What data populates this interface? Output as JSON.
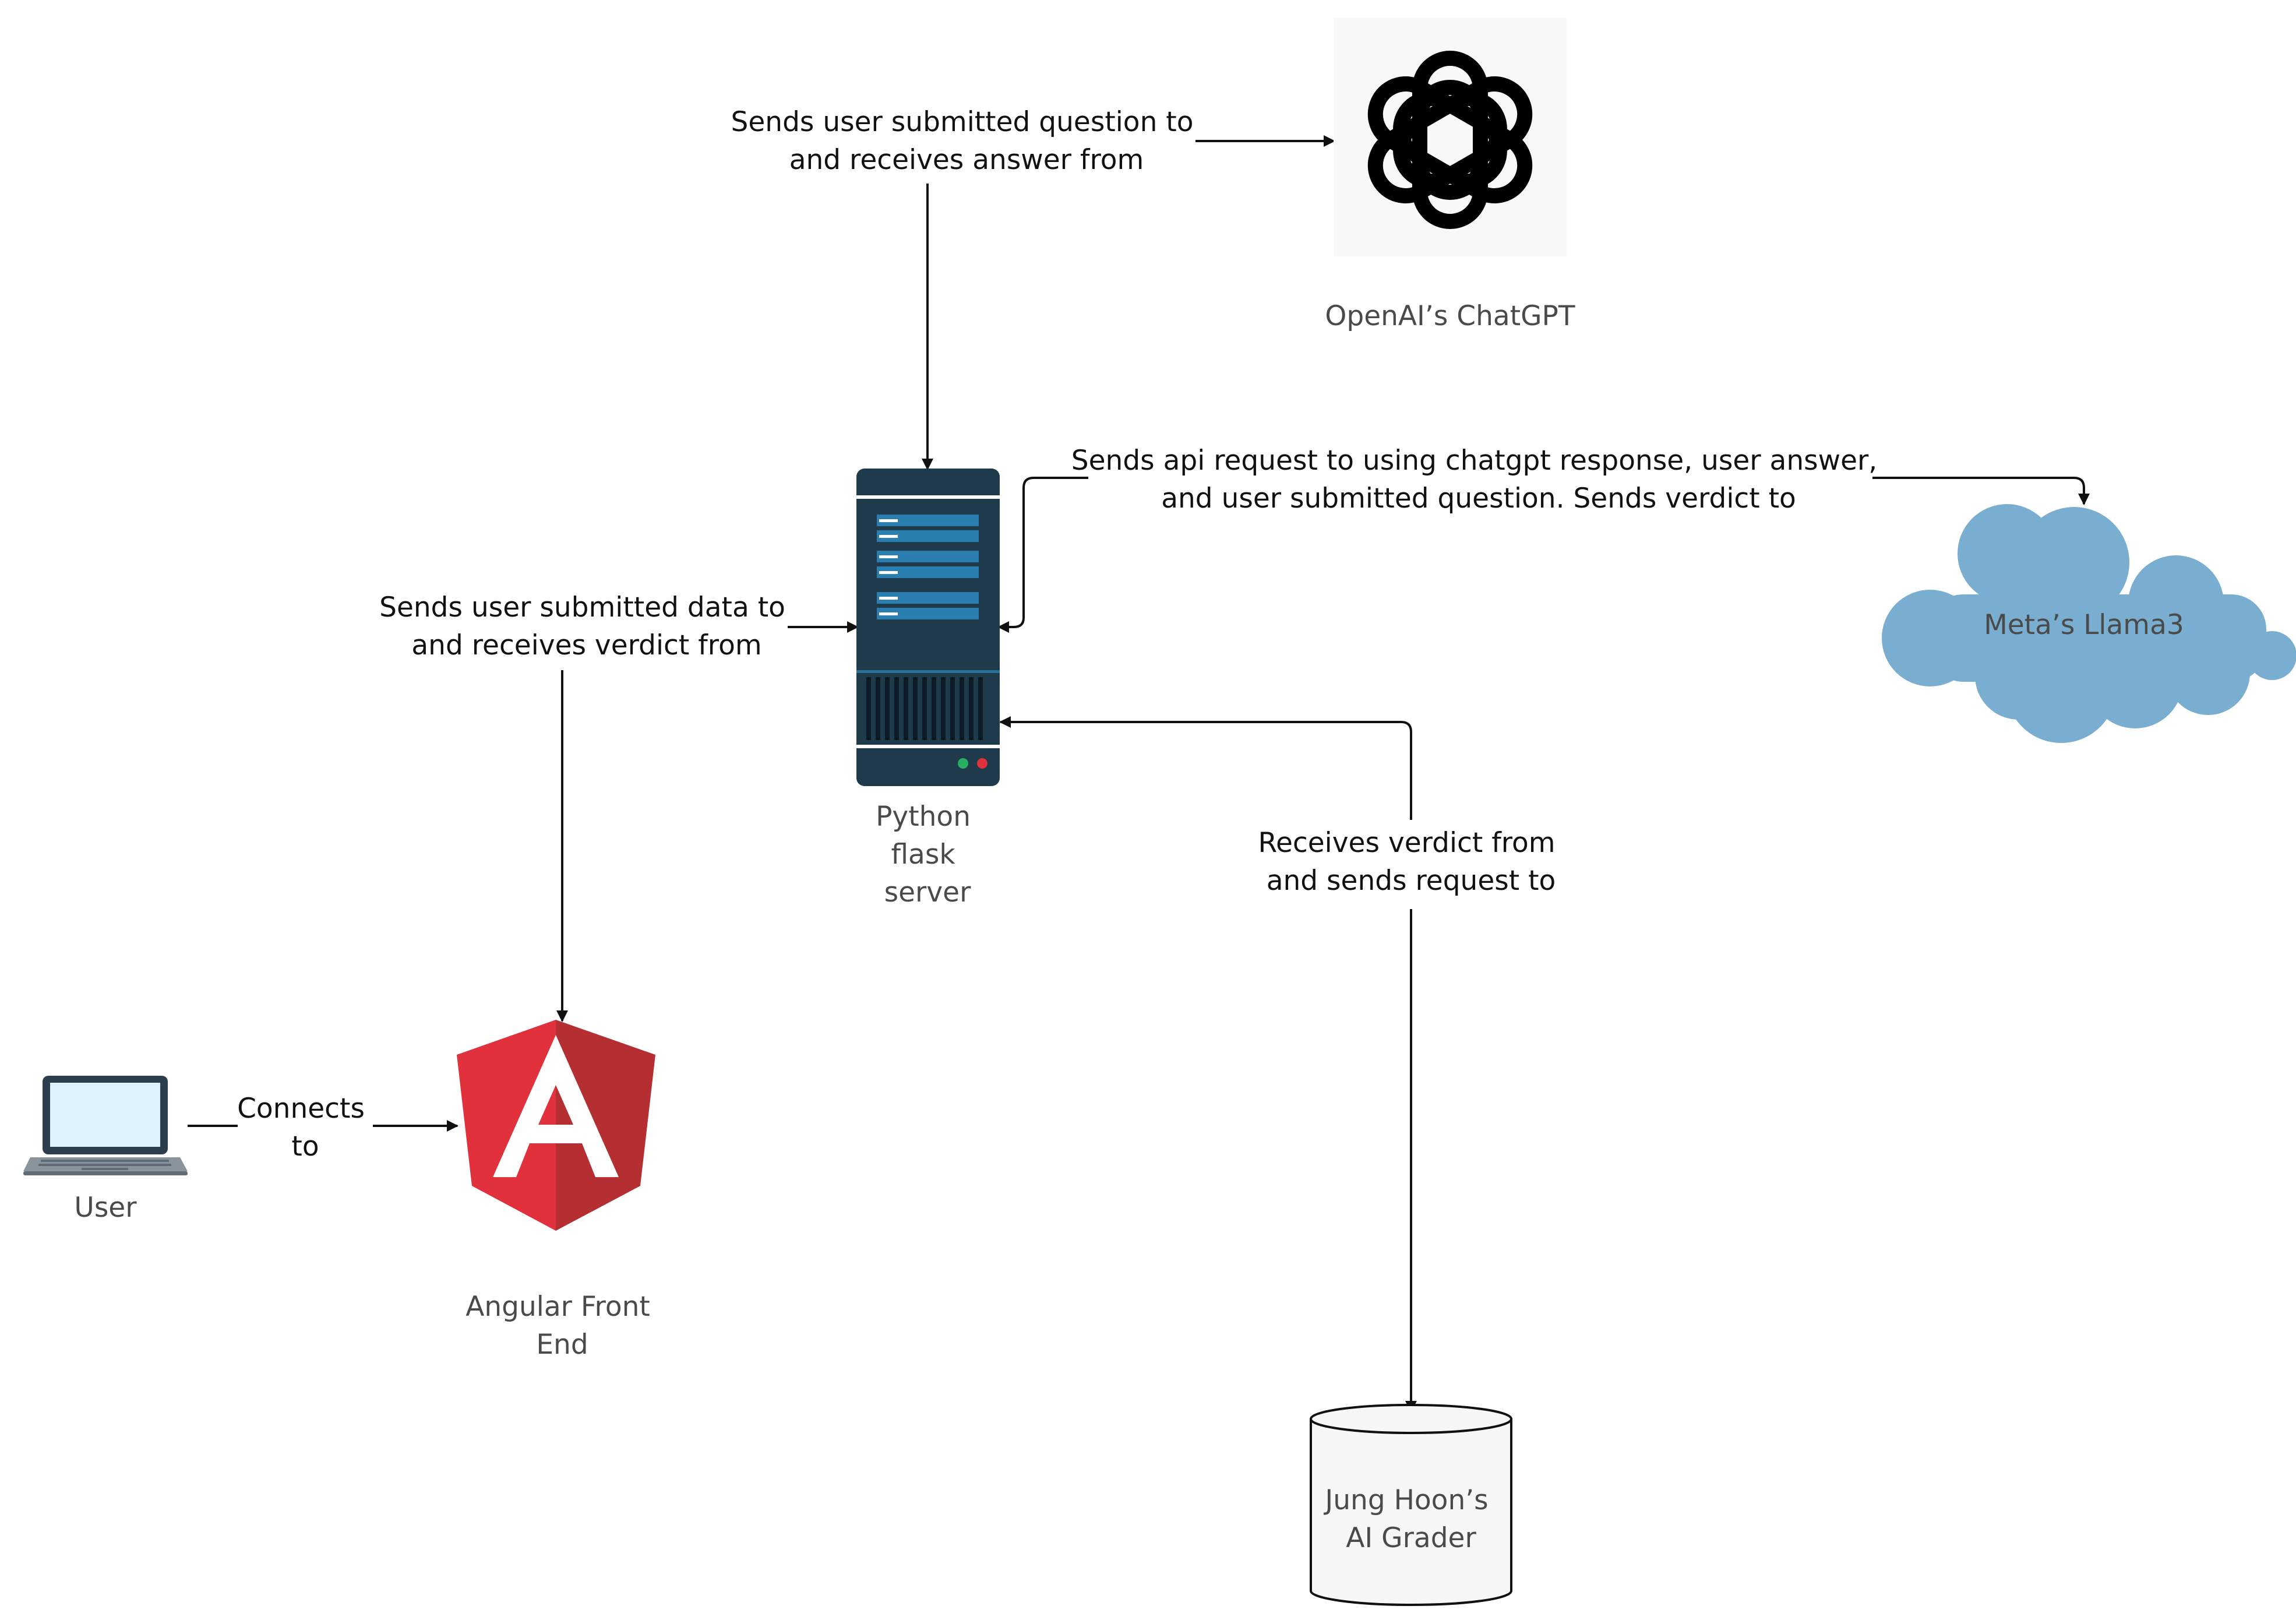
{
  "nodes": {
    "user": {
      "label": "User"
    },
    "angular": {
      "label_lines": [
        "Angular Front",
        "End"
      ],
      "logo_letter": "A"
    },
    "server": {
      "label_lines": [
        "Python",
        "flask",
        "server"
      ]
    },
    "chatgpt": {
      "label": "OpenAI’s ChatGPT"
    },
    "llama": {
      "label": "Meta’s Llama3"
    },
    "grader": {
      "label_lines": [
        "Jung Hoon’s",
        "AI Grader"
      ]
    }
  },
  "edges": {
    "connects": {
      "label_lines": [
        "Connects",
        "to"
      ]
    },
    "chatgpt_question": {
      "label_lines": [
        "Sends user submitted question to",
        "and receives answer from"
      ]
    },
    "frontend_data": {
      "label_lines": [
        "Sends user submitted data to",
        "and receives verdict from"
      ]
    },
    "llama_request": {
      "label_lines": [
        "Sends api request to using chatgpt response, user answer,",
        "and user submitted question. Sends verdict to"
      ]
    },
    "grader_verdict": {
      "label_lines": [
        "Receives verdict from",
        "and sends request to"
      ]
    }
  },
  "colors": {
    "edge": "#111111",
    "server_body": "#1f3a4a",
    "server_slot": "#2a7fb0",
    "angular_left": "#e0313c",
    "angular_right": "#b52e31",
    "cloud": "#79aed0",
    "laptop_frame": "#2b3e4d",
    "laptop_screen": "#dff1fb",
    "grader_fill": "#f7f7f7"
  }
}
